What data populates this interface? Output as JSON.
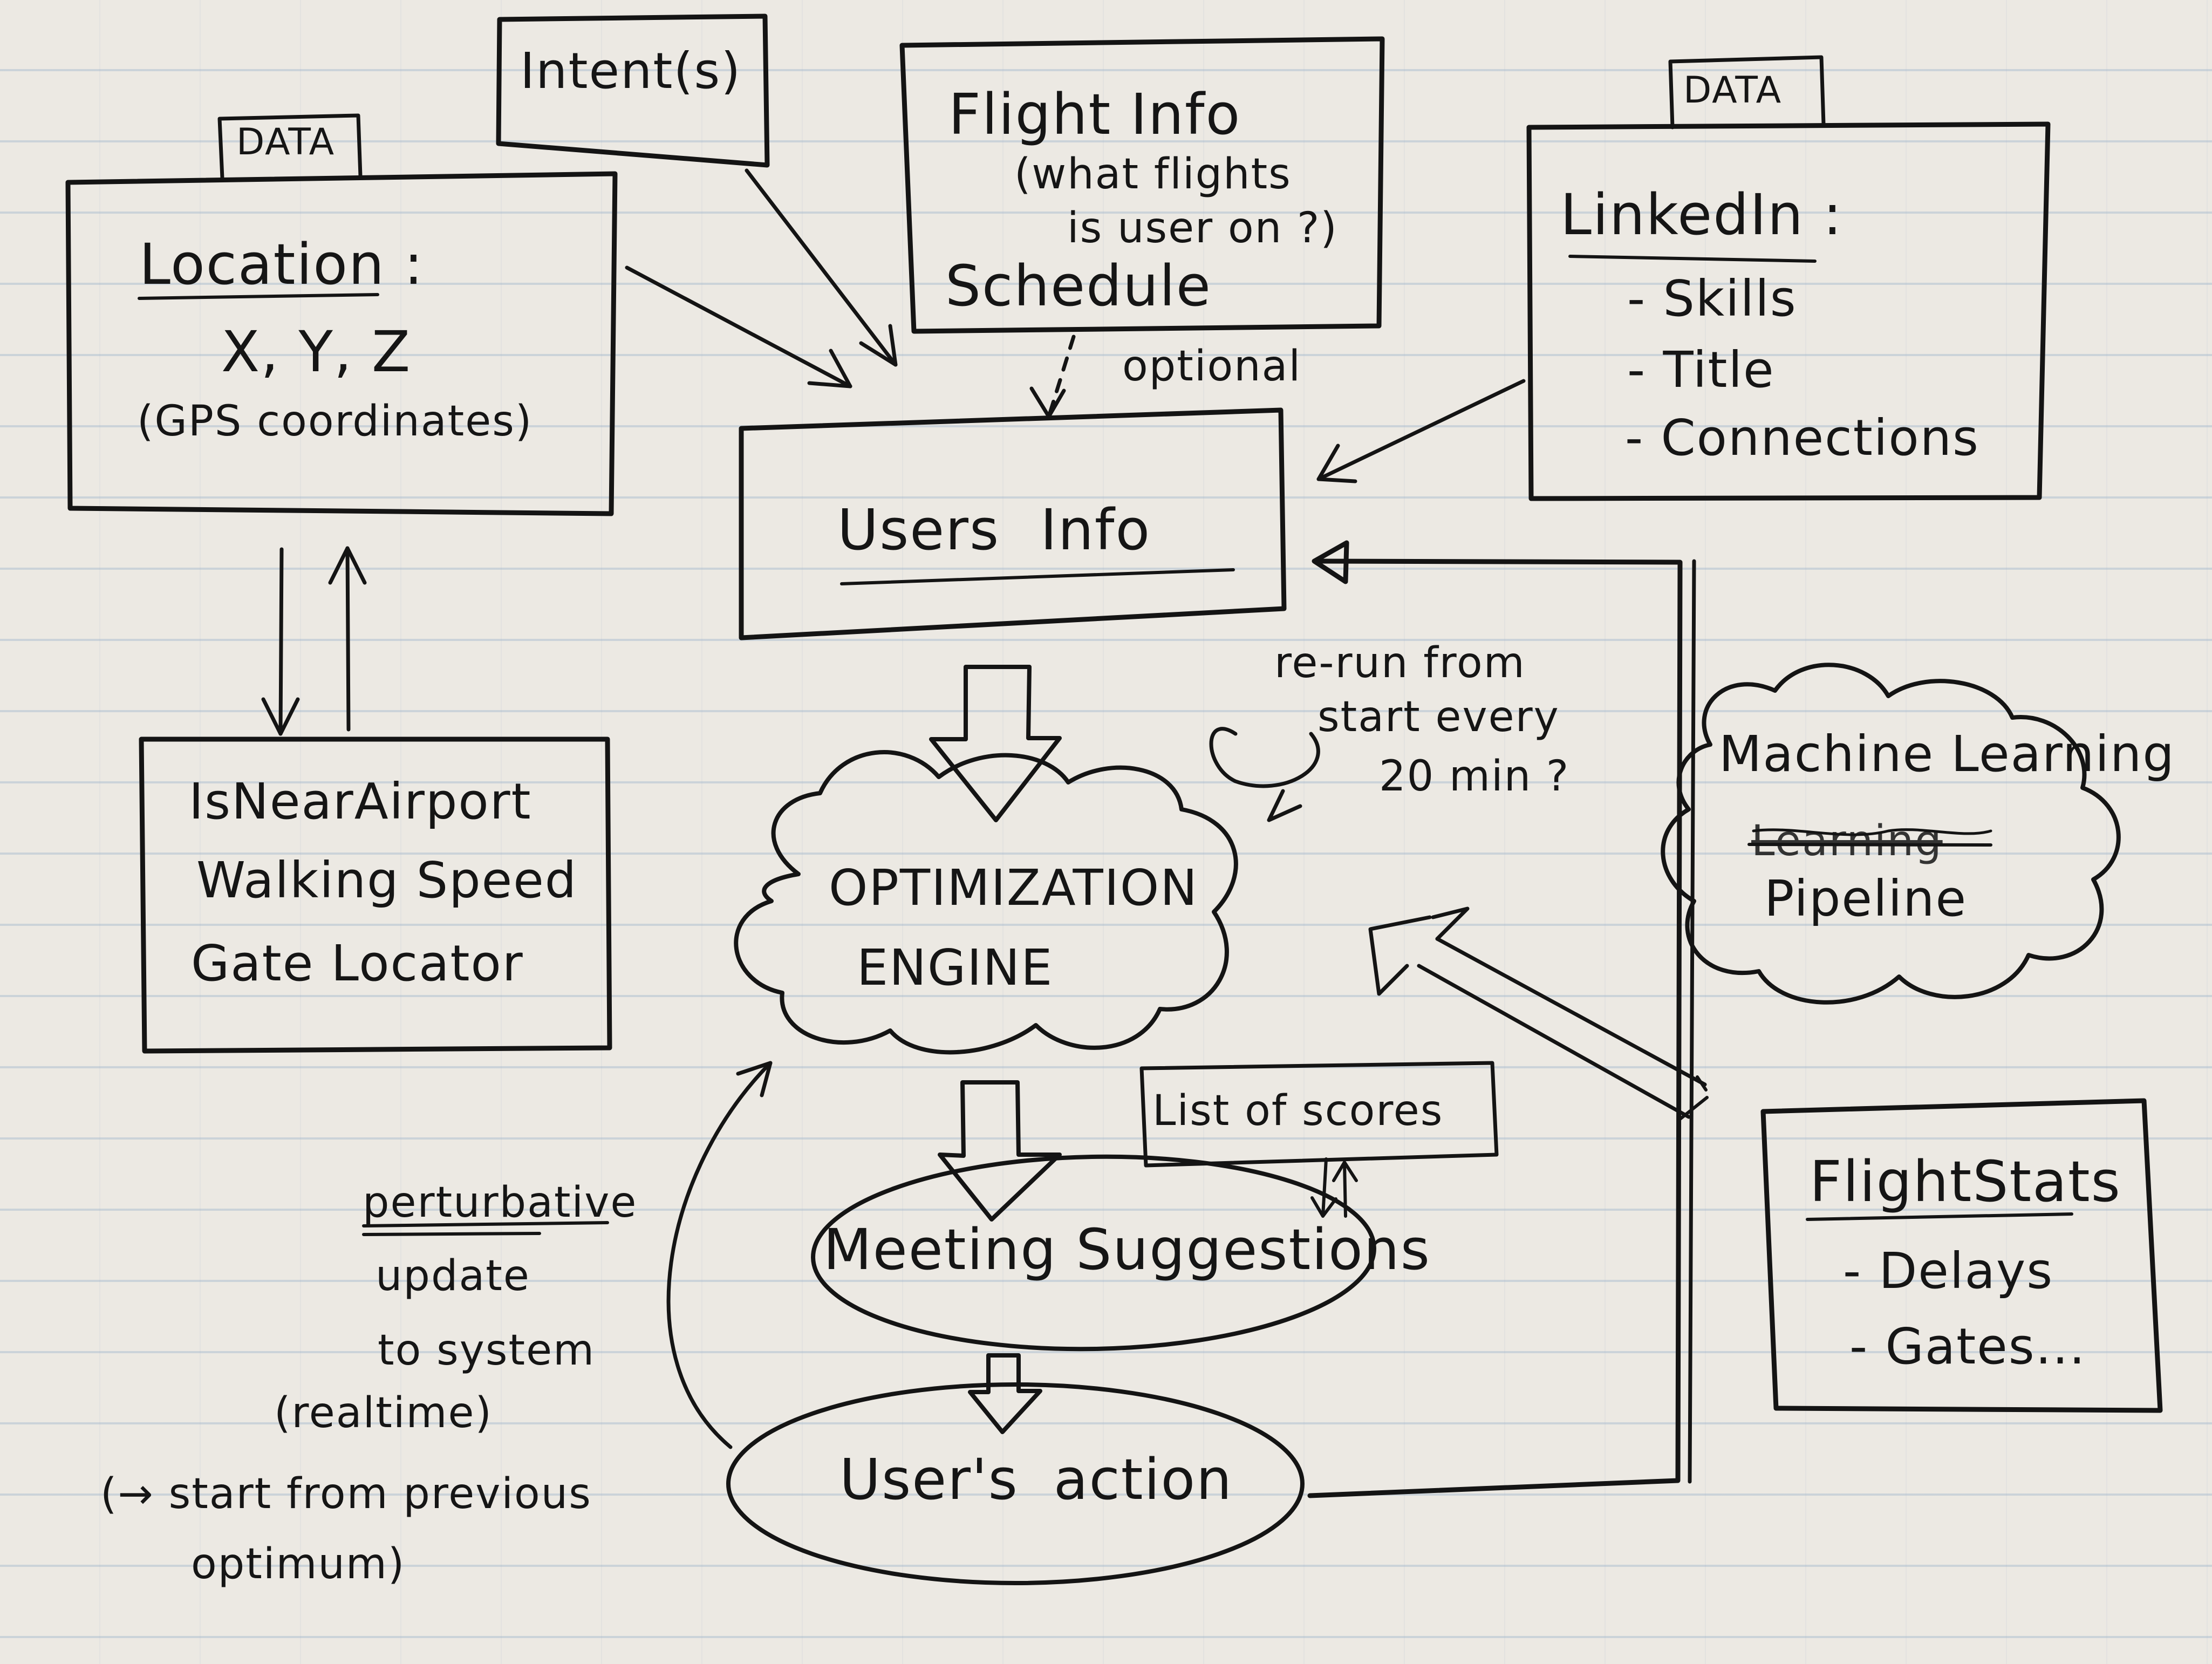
{
  "location_box": {
    "tag": "DATA",
    "title": "Location :",
    "coords": "X, Y, Z",
    "gps": "(GPS coordinates)"
  },
  "intents_box": {
    "label": "Intent(s)"
  },
  "flight_info_box": {
    "title": "Flight Info",
    "question_line1": "(what flights",
    "question_line2": "is user on ?)",
    "schedule": "Schedule"
  },
  "linkedin_box": {
    "tag": "DATA",
    "title": "LinkedIn :",
    "items": [
      "- Skills",
      "- Title",
      "- Connections"
    ]
  },
  "optional_label": "optional",
  "users_info_box": {
    "label": "Users Info"
  },
  "near_airport_box": {
    "lines": [
      "IsNearAirport",
      "Walking Speed",
      "Gate Locator"
    ]
  },
  "rerun_note": {
    "line1": "re-run from",
    "line2": "start every",
    "line3": "20 min ?"
  },
  "optimization_engine": {
    "line1": "OPTIMIZATION",
    "line2": "ENGINE"
  },
  "ml_cloud": {
    "line1": "Machine Learning",
    "crossed": "Learning",
    "line2": "Pipeline"
  },
  "list_of_scores": "List of scores",
  "meeting_suggestions": "Meeting Suggestions",
  "users_action": "User's action",
  "flight_stats_box": {
    "title": "FlightStats",
    "items": [
      "- Delays",
      "- Gates..."
    ]
  },
  "perturbative_note": {
    "lines": [
      "perturbative",
      "update",
      "to system",
      "(realtime)",
      "(→ start from previous",
      "optimum)"
    ]
  },
  "colors": {
    "ink": "#141414",
    "paper": "#ece9e3",
    "rule_lines": "#96afc8"
  }
}
